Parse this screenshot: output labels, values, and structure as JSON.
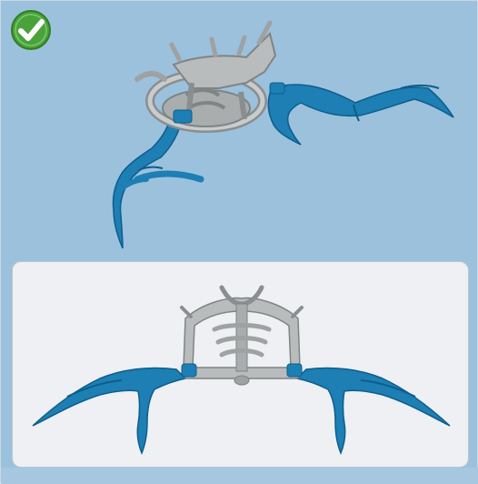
{
  "badge": {
    "icon": "checkmark-icon",
    "state": "approved"
  },
  "colors": {
    "sheet_background": "#9cc1dd",
    "panel_background": "#eef0f3",
    "sprue_grey": "#b9bcbd",
    "sprue_grey_dark": "#7f8485",
    "wing_blue": "#1d7fb3",
    "wing_blue_dark": "#0e5d8c",
    "check_green": "#4aa33a"
  },
  "illustrations": {
    "top": {
      "name": "assembled-model-angled-view"
    },
    "bottom": {
      "name": "assembled-model-front-view"
    }
  }
}
